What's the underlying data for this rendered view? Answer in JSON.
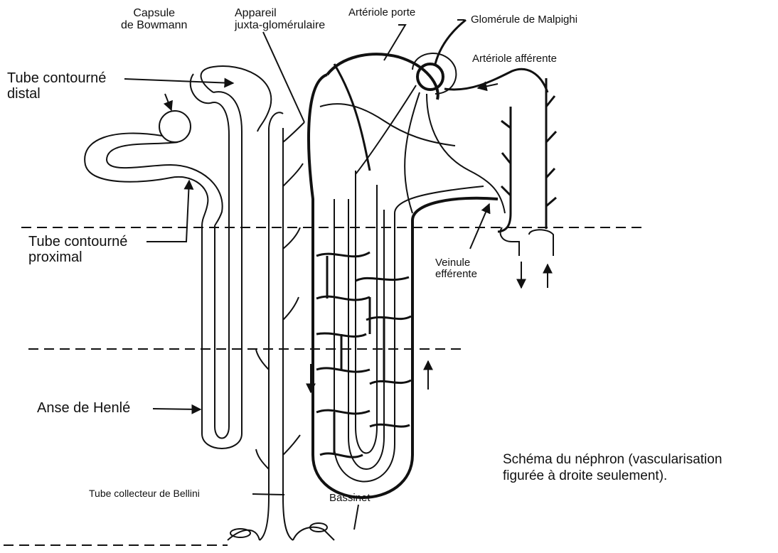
{
  "labels": {
    "capsule_line1": "Capsule",
    "capsule_line2": "de Bowmann",
    "appareil_line1": "Appareil",
    "appareil_line2": "juxta-glomérulaire",
    "arteriole_porte": "Artériole porte",
    "glomerule": "Glomérule de Malpighi",
    "arteriole_afferente": "Artériole afférente",
    "tube_distal_line1": "Tube contourné",
    "tube_distal_line2": "distal",
    "tube_proximal_line1": "Tube contourné",
    "tube_proximal_line2": "proximal",
    "veinule_line1": "Veinule",
    "veinule_line2": "efférente",
    "anse_henle": "Anse de Henlé",
    "tube_collecteur": "Tube collecteur de Bellini",
    "bassinet": "Bassinet"
  },
  "caption": {
    "line1": "Schéma du néphron (vascularisation",
    "line2": "figurée à droite seulement)."
  },
  "colors": {
    "ink": "#111111",
    "background": "#ffffff"
  }
}
